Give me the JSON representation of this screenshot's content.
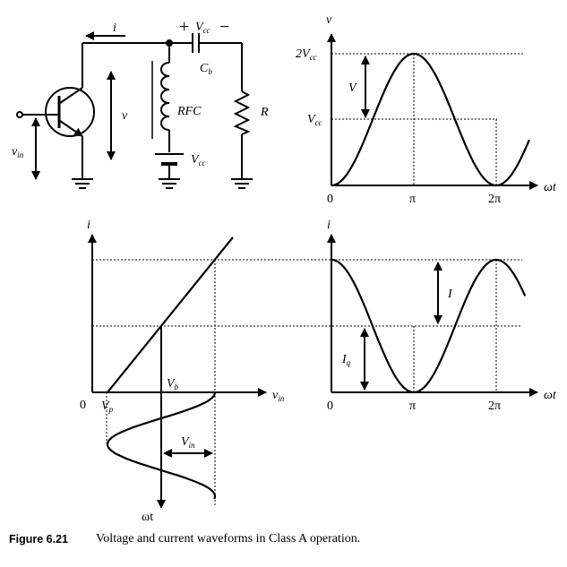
{
  "circuit": {
    "i": "i",
    "vcc_plus": "+",
    "vcc": "V",
    "vcc_sub": "cc",
    "vcc_minus": "−",
    "cb": "C",
    "cb_sub": "b",
    "v": "v",
    "rfc": "RFC",
    "r": "R",
    "vin": "v",
    "vin_sub": "in"
  },
  "voltage_plot": {
    "y_axis": "v",
    "x_axis": "ωt",
    "tick_2vcc_pre": "2V",
    "tick_2vcc_sub": "cc",
    "tick_vcc": "V",
    "tick_vcc_sub": "cc",
    "amp": "V",
    "x0": "0",
    "xpi": "π",
    "x2pi": "2π"
  },
  "transfer_plot": {
    "y_axis": "i",
    "x_axis": "v",
    "x_axis_sub": "in",
    "origin": "0",
    "vp": "V",
    "vp_sub": "p",
    "vb": "V",
    "vb_sub": "b",
    "vin_amp": "V",
    "vin_amp_sub": "in",
    "wt": "ωt"
  },
  "current_plot": {
    "y_axis": "i",
    "x_axis": "ωt",
    "amp": "I",
    "iq": "I",
    "iq_sub": "q",
    "x0": "0",
    "xpi": "π",
    "x2pi": "2π"
  },
  "caption": {
    "label": "Figure 6.21",
    "text": "Voltage and current waveforms in Class A operation."
  }
}
